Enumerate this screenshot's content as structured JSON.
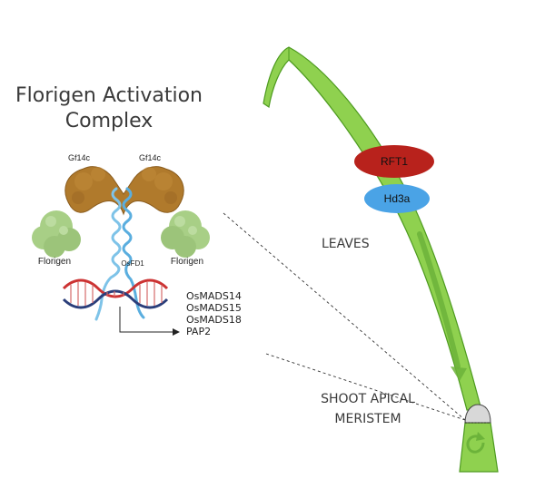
{
  "title_line1": "Florigen Activation",
  "title_line2": "Complex",
  "gf14c_left": "Gf14c",
  "gf14c_right": "Gf14c",
  "florigen_left": "Florigen",
  "florigen_right": "Florigen",
  "osfd1": "OsFD1",
  "genes": [
    "OsMADS14",
    "OsMADS15",
    "OsMADS18",
    "PAP2"
  ],
  "rft1": "RFT1",
  "hd3a": "Hd3a",
  "leaves": "LEAVES",
  "sam_line1": "SHOOT APICAL",
  "sam_line2": "MERISTEM",
  "colors": {
    "stem_green": "#8fd14f",
    "stem_outline": "#4d9a1f",
    "rft1_red": "#b8221c",
    "hd3a_blue": "#4aa3e6",
    "gf14c_brown": "#b07a2c",
    "florigen_green": "#a8cf86",
    "dna_red": "#cc3333",
    "dna_navy": "#2b3e7a",
    "osfd1_blue": "#7ec3e8"
  }
}
